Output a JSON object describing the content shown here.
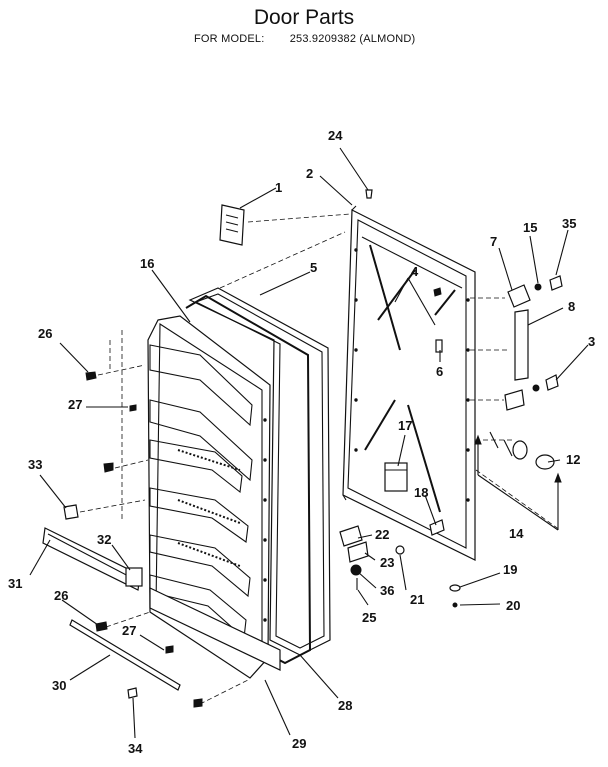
{
  "title": "Door Parts",
  "model_label": "FOR MODEL:",
  "model_value": "253.9209382 (ALMOND)",
  "callouts": {
    "c1": "1",
    "c2": "2",
    "c3": "3",
    "c4": "4",
    "c5": "5",
    "c6": "6",
    "c7": "7",
    "c8": "8",
    "c12": "12",
    "c14": "14",
    "c15": "15",
    "c16": "16",
    "c17": "17",
    "c18": "18",
    "c19": "19",
    "c20": "20",
    "c21": "21",
    "c22": "22",
    "c23": "23",
    "c24": "24",
    "c25": "25",
    "c26a": "26",
    "c26b": "26",
    "c27a": "27",
    "c27b": "27",
    "c28": "28",
    "c29": "29",
    "c30": "30",
    "c31": "31",
    "c32": "32",
    "c33": "33",
    "c34": "34",
    "c35": "35",
    "c36": "36"
  }
}
